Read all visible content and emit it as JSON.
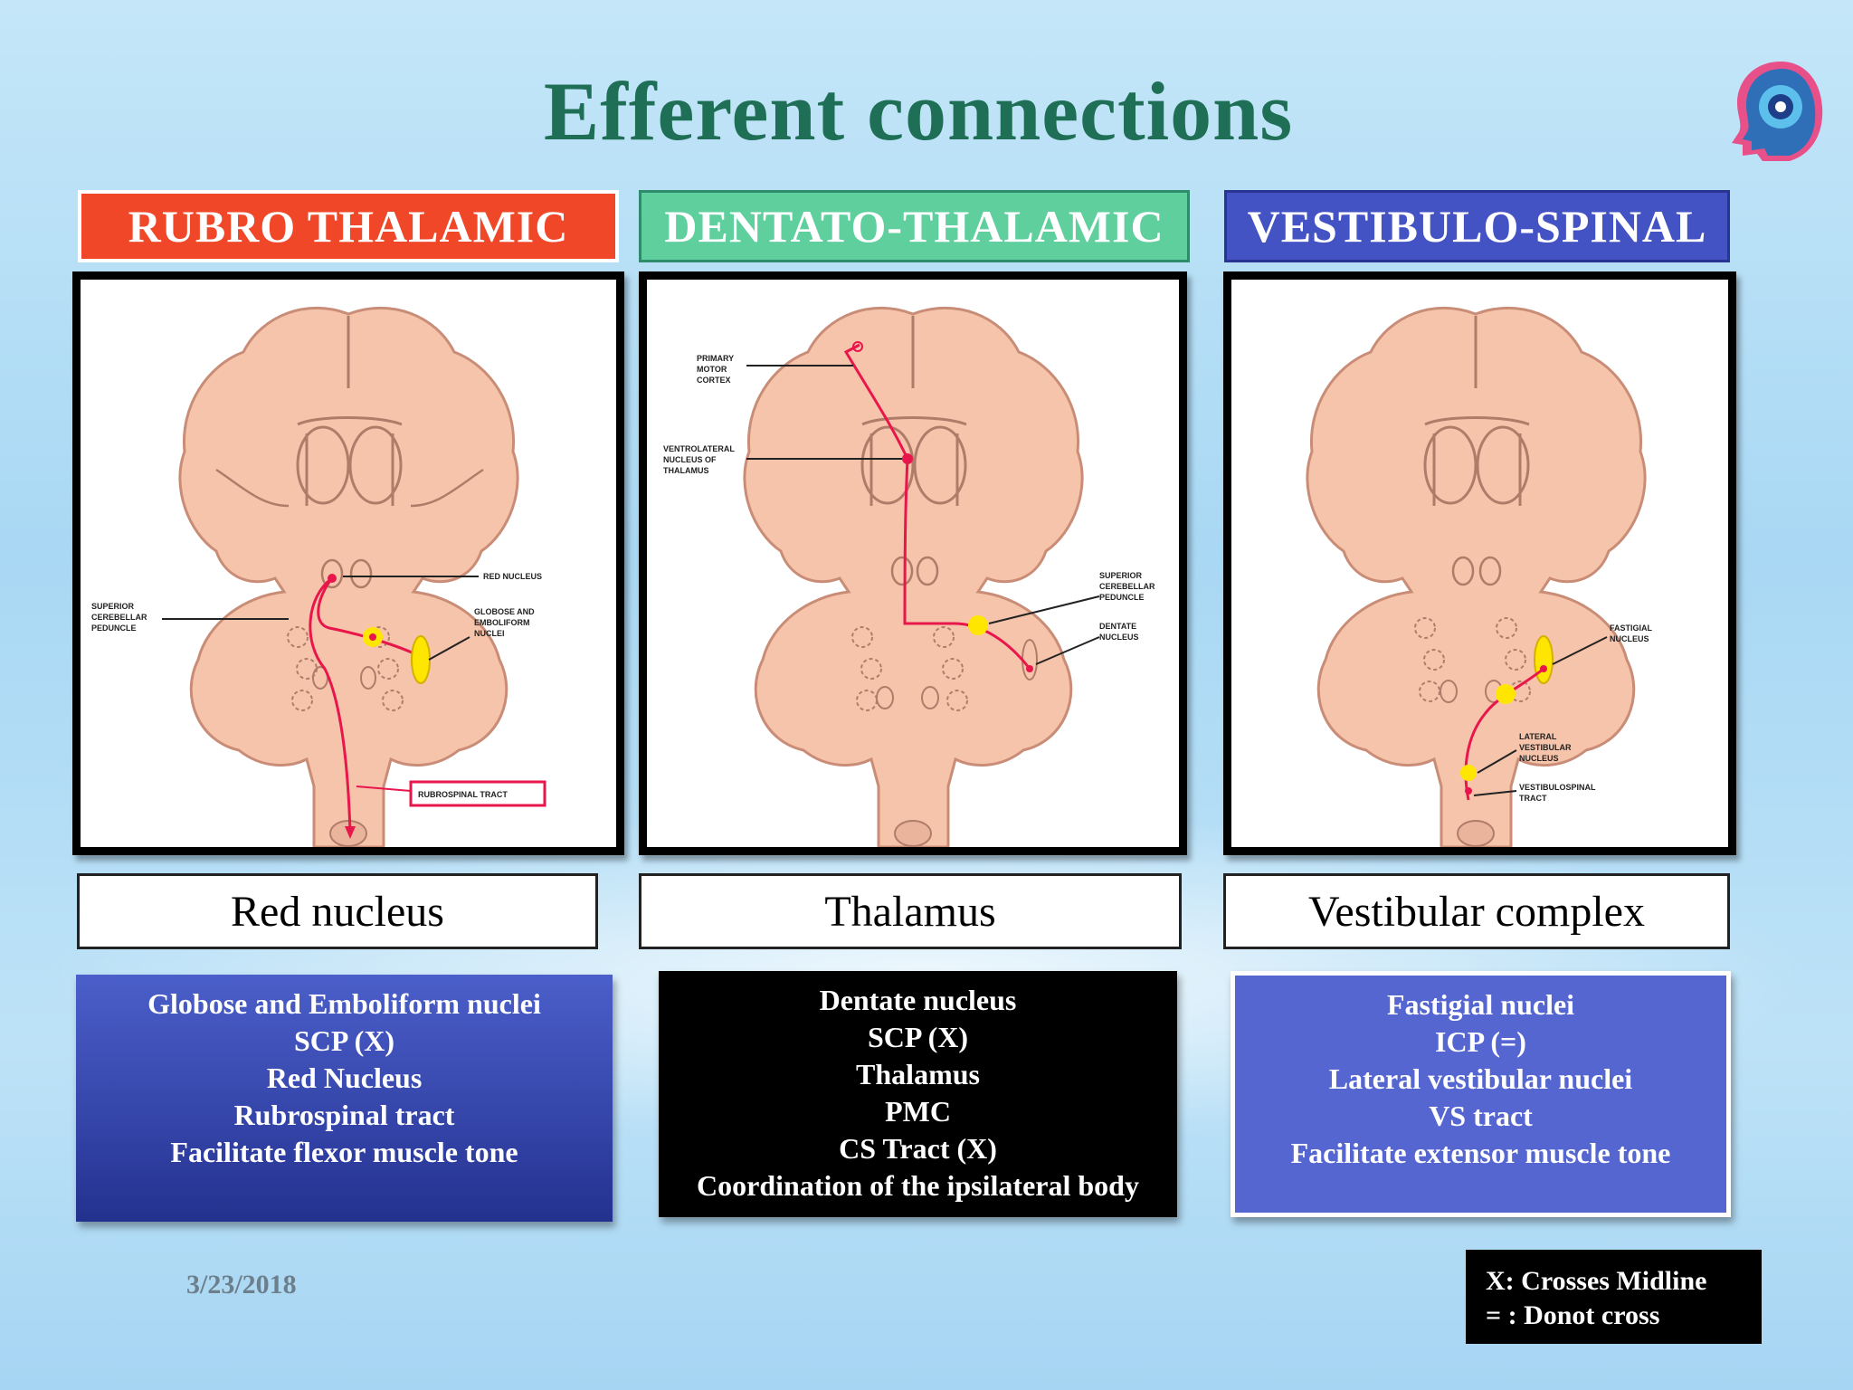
{
  "title": "Efferent connections",
  "logo_icon": "head-profile-logo-icon",
  "columns": [
    {
      "header": "RUBRO THALAMIC",
      "header_color": "#ef4728",
      "target": "Red nucleus",
      "info_lines": [
        "Globose and Emboliform nuclei",
        "SCP (X)",
        "Red Nucleus",
        "Rubrospinal tract",
        "Facilitate flexor muscle tone"
      ],
      "diagram_labels": {
        "red_nucleus": "RED NUCLEUS",
        "globose_1": "GLOBOSE AND",
        "globose_2": "EMBOLIFORM",
        "globose_3": "NUCLEI",
        "scp_1": "SUPERIOR",
        "scp_2": "CEREBELLAR",
        "scp_3": "PEDUNCLE",
        "tract": "RUBROSPINAL TRACT"
      }
    },
    {
      "header": "DENTATO-THALAMIC",
      "header_color": "#5ecf9d",
      "target": "Thalamus",
      "info_lines": [
        "Dentate nucleus",
        "SCP (X)",
        "Thalamus",
        "PMC",
        "CS Tract (X)",
        "Coordination of the ipsilateral body"
      ],
      "diagram_labels": {
        "pmc_1": "PRIMARY",
        "pmc_2": "MOTOR",
        "pmc_3": "CORTEX",
        "vl_1": "VENTROLATERAL",
        "vl_2": "NUCLEUS OF",
        "vl_3": "THALAMUS",
        "scp_1": "SUPERIOR",
        "scp_2": "CEREBELLAR",
        "scp_3": "PEDUNCLE",
        "dentate_1": "DENTATE",
        "dentate_2": "NUCLEUS"
      }
    },
    {
      "header": "VESTIBULO-SPINAL",
      "header_color": "#4353c3",
      "target": "Vestibular complex",
      "info_lines": [
        "Fastigial nuclei",
        "ICP (=)",
        "Lateral vestibular nuclei",
        "VS tract",
        "Facilitate extensor muscle tone"
      ],
      "diagram_labels": {
        "fastigial_1": "FASTIGIAL",
        "fastigial_2": "NUCLEUS",
        "lvn_1": "LATERAL",
        "lvn_2": "VESTIBULAR",
        "lvn_3": "NUCLEUS",
        "vst_1": "VESTIBULOSPINAL",
        "vst_2": "TRACT"
      }
    }
  ],
  "date": "3/23/2018",
  "legend_lines": [
    "X: Crosses Midline",
    "= : Donot cross"
  ]
}
